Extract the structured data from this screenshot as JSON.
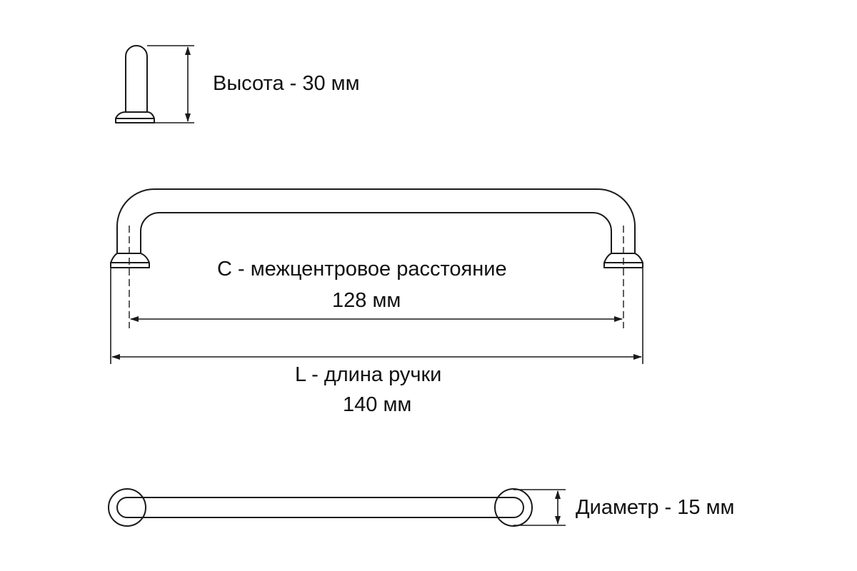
{
  "height": {
    "label": "Высота - 30 мм"
  },
  "center_distance": {
    "label": "С - межцентровое расстояние",
    "value": "128 мм"
  },
  "length": {
    "label": "L - длина ручки",
    "value": "140 мм"
  },
  "diameter": {
    "label": "Диаметр - 15 мм"
  },
  "colors": {
    "line": "#1a1a1a",
    "text": "#111111",
    "background": "#ffffff"
  }
}
